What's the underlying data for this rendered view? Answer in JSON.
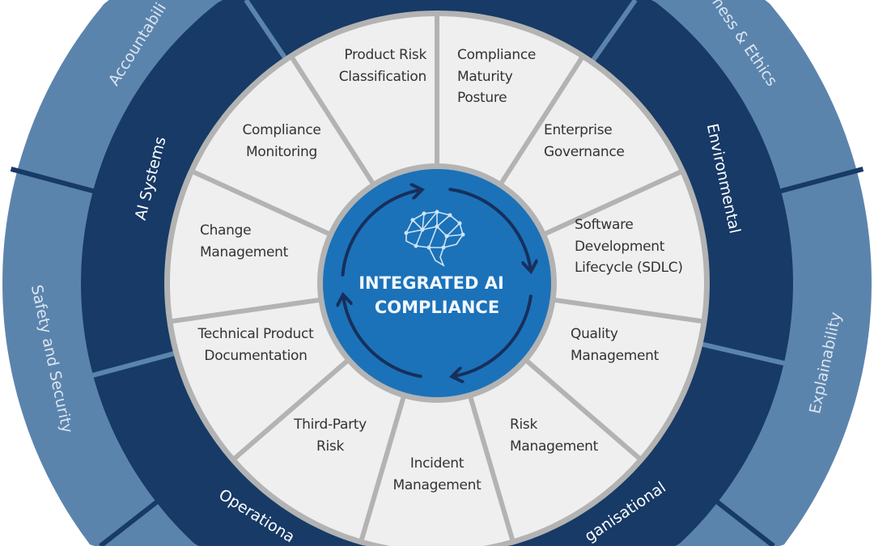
{
  "center": {
    "line1": "INTEGRATED AI",
    "line2": "COMPLIANCE",
    "icon": "brain-network-icon",
    "cycle_icon": "circular-arrows-icon"
  },
  "segments": [
    {
      "lines": [
        "Product Risk",
        "Classification"
      ]
    },
    {
      "lines": [
        "Compliance",
        "Maturity",
        "Posture"
      ]
    },
    {
      "lines": [
        "Enterprise",
        "Governance"
      ]
    },
    {
      "lines": [
        "Software",
        "Development",
        "Lifecycle (SDLC)"
      ]
    },
    {
      "lines": [
        "Quality",
        "Management"
      ]
    },
    {
      "lines": [
        "Risk",
        "Management"
      ]
    },
    {
      "lines": [
        "Incident",
        "Management"
      ]
    },
    {
      "lines": [
        "Third-Party",
        "Risk"
      ]
    },
    {
      "lines": [
        "Technical Product",
        "Documentation"
      ]
    },
    {
      "lines": [
        "Change",
        "Management"
      ]
    },
    {
      "lines": [
        "Compliance",
        "Monitoring"
      ]
    }
  ],
  "dimensions": [
    "AI Systems",
    "Environmental",
    "Operationa",
    "ganisational"
  ],
  "principles": [
    "Accountabili",
    "ness & Ethics",
    "Explainability",
    "Safety and Security"
  ],
  "colors": {
    "outer_ring": "#5b84ad",
    "dimension_ring": "#173a66",
    "segment_fill": "#efefef",
    "segment_border": "#b3b3b3",
    "center": "#1b72b9",
    "arrows": "#172f5c"
  }
}
